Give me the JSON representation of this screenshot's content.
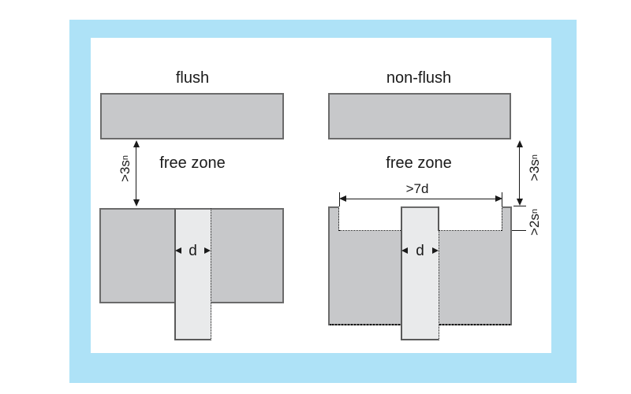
{
  "colors": {
    "frame_blue": "#aee2f7",
    "block_fill": "#c7c8ca",
    "block_border": "#6b6b6b",
    "sensor_fill": "#e9eaeb",
    "sensor_border": "#5a5a5a",
    "ink": "#1a1a1a"
  },
  "left_diagram": {
    "title": "flush",
    "free_zone_label": "free zone",
    "gap_dimension_text": ">3s",
    "gap_dimension_sub": "n",
    "diameter_label": "d"
  },
  "right_diagram": {
    "title": "non-flush",
    "free_zone_label": "free zone",
    "gap_dimension_text": ">3s",
    "gap_dimension_sub": "n",
    "recess_dimension_text": ">2s",
    "recess_dimension_sub": "n",
    "width_dimension_label": ">7d",
    "diameter_label": "d"
  }
}
